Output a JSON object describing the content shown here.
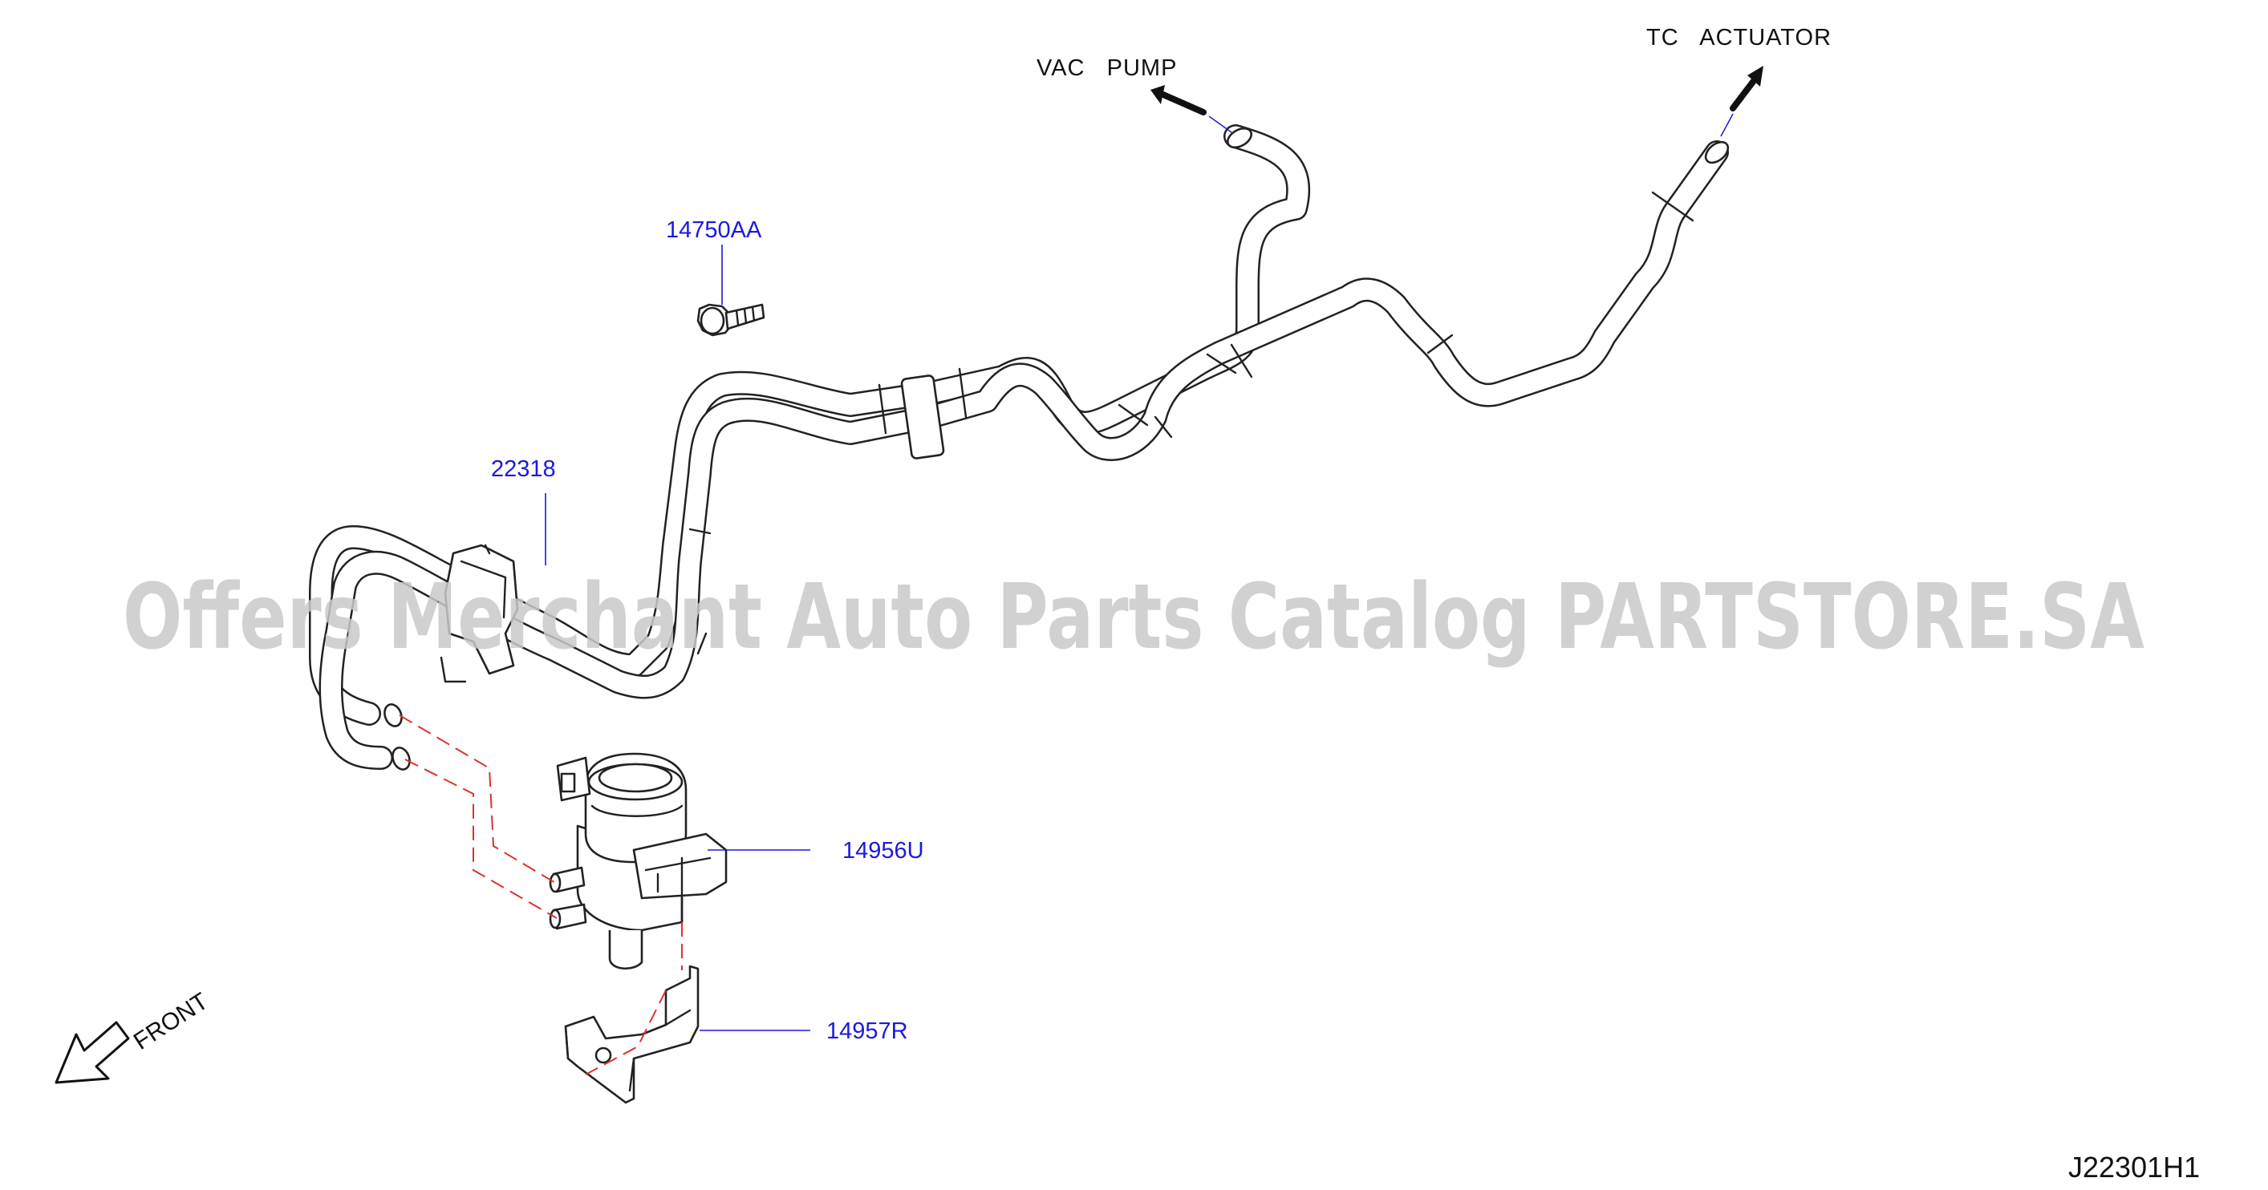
{
  "parts": {
    "bolt": "14750AA",
    "hose_assembly": "22318",
    "solenoid_valve": "14956U",
    "bracket": "14957R"
  },
  "destinations": {
    "vac_pump": "VAC   PUMP",
    "tc_actuator": "TC   ACTUATOR"
  },
  "direction": "FRONT",
  "diagram_code": "J22301H1",
  "watermark": "Offers Merchant Auto Parts Catalog PARTSTORE.SA",
  "colors": {
    "label": "#1a1adc",
    "dashed_connection": "#e03030",
    "watermark": "#c9c9c9"
  }
}
